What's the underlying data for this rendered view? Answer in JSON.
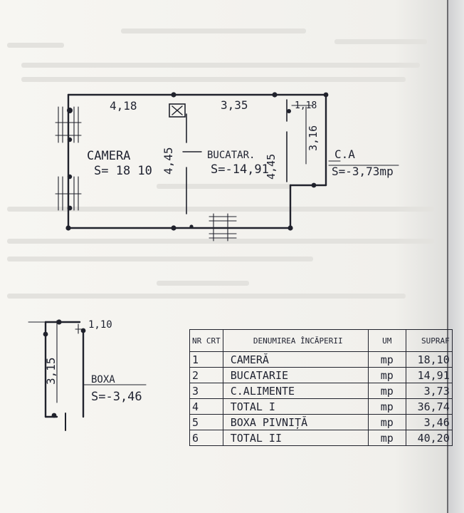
{
  "plan": {
    "dims": {
      "top_left": "4,18",
      "top_mid": "3,35",
      "top_right": "1,18",
      "ca_side": "3,16",
      "camera_side": "4,45",
      "bucatarie_side": "4,45"
    },
    "rooms": [
      {
        "name": "CAMERA",
        "area": "S= 18 10"
      },
      {
        "name": "BUCATAR.",
        "area": "S=-14,91"
      },
      {
        "name": "C.A",
        "area": "S=-3,73mp"
      }
    ]
  },
  "boxa": {
    "dim_width": "1,10",
    "dim_height": "3,15",
    "name": "BOXA",
    "area": "S=-3,46"
  },
  "table": {
    "headers": {
      "nr": "NR CRT",
      "name": "DENUMIREA ÎNCĂPERII",
      "um": "UM",
      "area": "SUPRAF"
    },
    "rows": [
      {
        "nr": "1",
        "name": "CAMERĂ",
        "um": "mp",
        "area": "18,10"
      },
      {
        "nr": "2",
        "name": "BUCATARIE",
        "um": "mp",
        "area": "14,91"
      },
      {
        "nr": "3",
        "name": "C.ALIMENTE",
        "um": "mp",
        "area": "3,73"
      },
      {
        "nr": "4",
        "name": "TOTAL I",
        "um": "mp",
        "area": "36,74"
      },
      {
        "nr": "5",
        "name": "BOXA PIVNIȚĂ",
        "um": "mp",
        "area": "3,46"
      },
      {
        "nr": "6",
        "name": "TOTAL II",
        "um": "mp",
        "area": "40,20"
      }
    ]
  },
  "colors": {
    "ink": "#1f2230",
    "paper": "#f4f3ef"
  }
}
